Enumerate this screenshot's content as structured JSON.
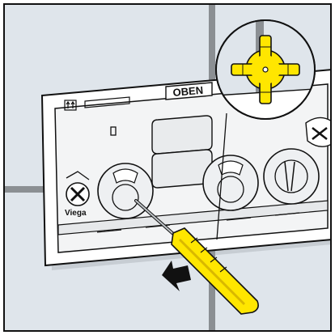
{
  "illustration": {
    "top_label": "OBEN",
    "brand_label": "Viega",
    "colors": {
      "wall": "#dfe5eb",
      "grout": "#8b8f93",
      "frame": "#ffffff",
      "outline": "#111111",
      "screwdriver": "#ffe600",
      "screwdriver_dark": "#d9b800",
      "magnifier_bg": "#ffffff",
      "border": "#111111"
    },
    "icons": [
      "orientation-arrows-icon",
      "push-arrow-icon",
      "screwdriver-icon",
      "magnifier-inset",
      "rotary-lock-icon"
    ]
  }
}
